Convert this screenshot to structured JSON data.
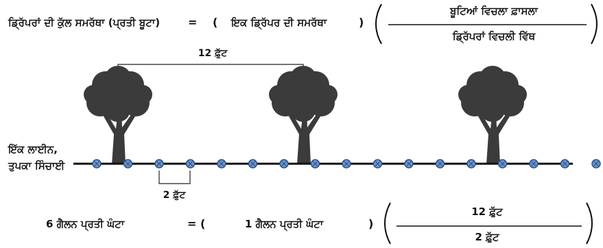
{
  "formula_top": {
    "lhs": "ਡ੍ਰਿੱਪਰਾਂ ਦੀ ਕੁੱਲ ਸਮਰੱਥਾ (ਪ੍ਰਤੀ ਬੂਟਾ)",
    "equals": "=",
    "open_paren": "(",
    "term": "ਇਕ ਡ੍ਰਿੱਪਰ ਦੀ ਸਮਰੱਥਾ",
    "close_paren": ")",
    "numerator": "ਬੂਟਿਆਂ ਵਿਚਲਾ ਫ਼ਾਸਲਾ",
    "denominator": "ਡ੍ਰਿੱਪਰਾਂ ਵਿਚਲੀ ਵਿੱਥ"
  },
  "tree_spacing_label": "12 ਫ਼ੁੱਟ",
  "line_label": [
    "ਇੱਕ ਲਾਈਨ,",
    "ਤੁਪਕਾ ਸਿੰਚਾਈ"
  ],
  "dripper_spacing_label": "2 ਫ਼ੁੱਟ",
  "formula_bottom": {
    "lhs": "6 ਗੈਲਨ ਪ੍ਰਤੀ ਘੰਟਾ",
    "equals": "= (",
    "term": "1 ਗੈਲਨ ਪ੍ਰਤੀ ਘੰਟਾ",
    "close_paren": ")",
    "numerator": "12 ਫ਼ੁੱਟ",
    "denominator": "2 ਫ਼ੁੱਟ"
  },
  "colors": {
    "dripper_fill": "#6d93c9",
    "dripper_stroke": "#2a4f86",
    "tree": "#3b3b3b",
    "line": "#111111"
  },
  "diagram": {
    "tree_count": 3,
    "dripper_count": 17
  }
}
